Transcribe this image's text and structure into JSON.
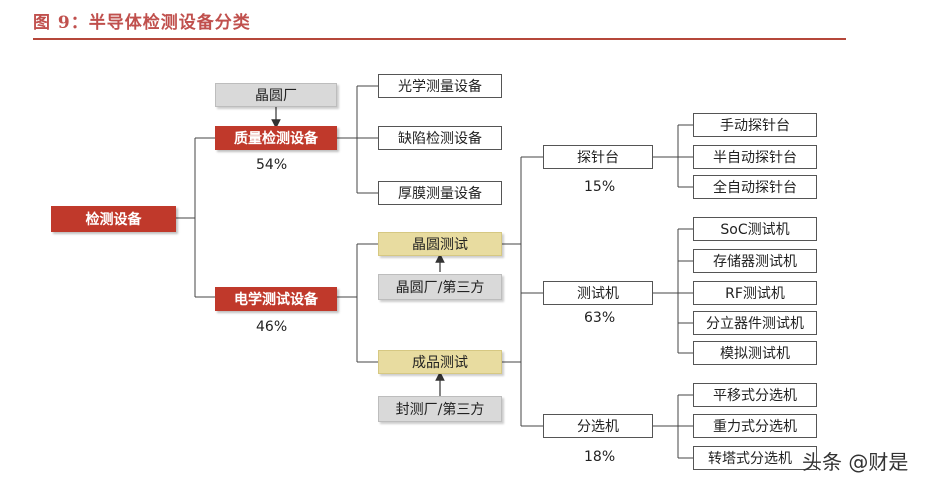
{
  "title": "图 9：半导体检测设备分类",
  "nodes": {
    "root": "检测设备",
    "quality": "质量检测设备",
    "quality_pct": "54%",
    "electrical": "电学测试设备",
    "electrical_pct": "46%",
    "fab": "晶圆厂",
    "optical": "光学测量设备",
    "defect": "缺陷检测设备",
    "film": "厚膜测量设备",
    "wafer_test": "晶圆测试",
    "wafer_third": "晶圆厂/第三方",
    "final_test": "成品测试",
    "final_third": "封测厂/第三方",
    "prober": "探针台",
    "prober_pct": "15%",
    "tester": "测试机",
    "tester_pct": "63%",
    "handler": "分选机",
    "handler_pct": "18%"
  },
  "prober_types": [
    "手动探针台",
    "半自动探针台",
    "全自动探针台"
  ],
  "tester_types": [
    "SoC测试机",
    "存储器测试机",
    "RF测试机",
    "分立器件测试机",
    "模拟测试机"
  ],
  "handler_types": [
    "平移式分选机",
    "重力式分选机",
    "转塔式分选机"
  ],
  "watermark": "头条 @财是"
}
